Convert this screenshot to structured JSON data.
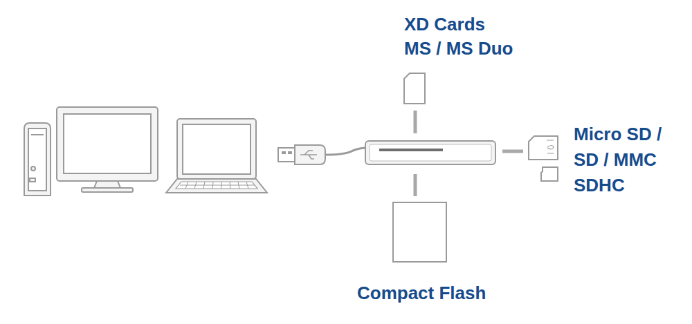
{
  "diagram": {
    "labels": [
      "XD Cards",
      "MS / MS Duo",
      "Micro SD / SD / MMC SDHC",
      "Compact Flash"
    ]
  }
}
